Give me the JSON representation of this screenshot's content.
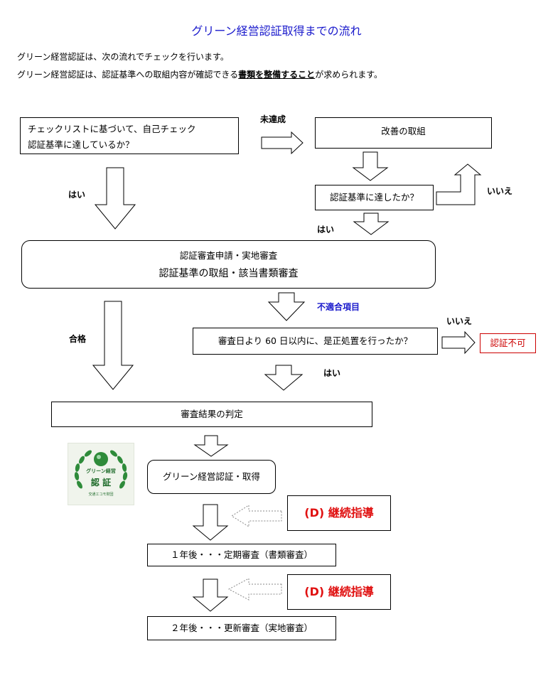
{
  "title": "グリーン経営認証取得までの流れ",
  "intro": {
    "line1": "グリーン経営認証は、次の流れでチェックを行います。",
    "line2_pre": "グリーン経営認証は、認証基準への取組内容が確認できる",
    "line2_emph": "書類を整備すること",
    "line2_post": "が求められます。"
  },
  "nodes": {
    "self_check_1": "チェックリストに基づいて、自己チェック",
    "self_check_2": "認証基準に達しているか？",
    "improvement": "改善の取組",
    "reached": "認証基準に達したか？",
    "audit_1": "認証審査申請・実地審査",
    "audit_2": "認証基準の取組・該当書類審査",
    "correction": "審査日より 60 日以内に、是正処置を行ったか？",
    "fail": "認証不可",
    "judgement": "審査結果の判定",
    "acquired": "グリーン経営認証・取得",
    "guidance_1": "(D) 継続指導",
    "guidance_2": "(D) 継続指導",
    "periodic": "１年後・・・定期審査（書類審査）",
    "renewal": "２年後・・・更新審査（実地審査）"
  },
  "labels": {
    "not_achieved": "未達成",
    "yes_left": "はい",
    "no_right": "いいえ",
    "yes_mid": "はい",
    "nonconform": "不適合項目",
    "pass": "合格",
    "no_fail": "いいえ",
    "yes_correct": "はい"
  },
  "logo": {
    "text_top": "グリーン経営",
    "text_main": "認 証",
    "text_bottom": "交通エコモ財団"
  },
  "colors": {
    "title": "#1a1acc",
    "nonconform": "#1a1acc",
    "fail": "#cc0000",
    "guidance": "#e01010",
    "logo_green": "#2e8b3a"
  }
}
